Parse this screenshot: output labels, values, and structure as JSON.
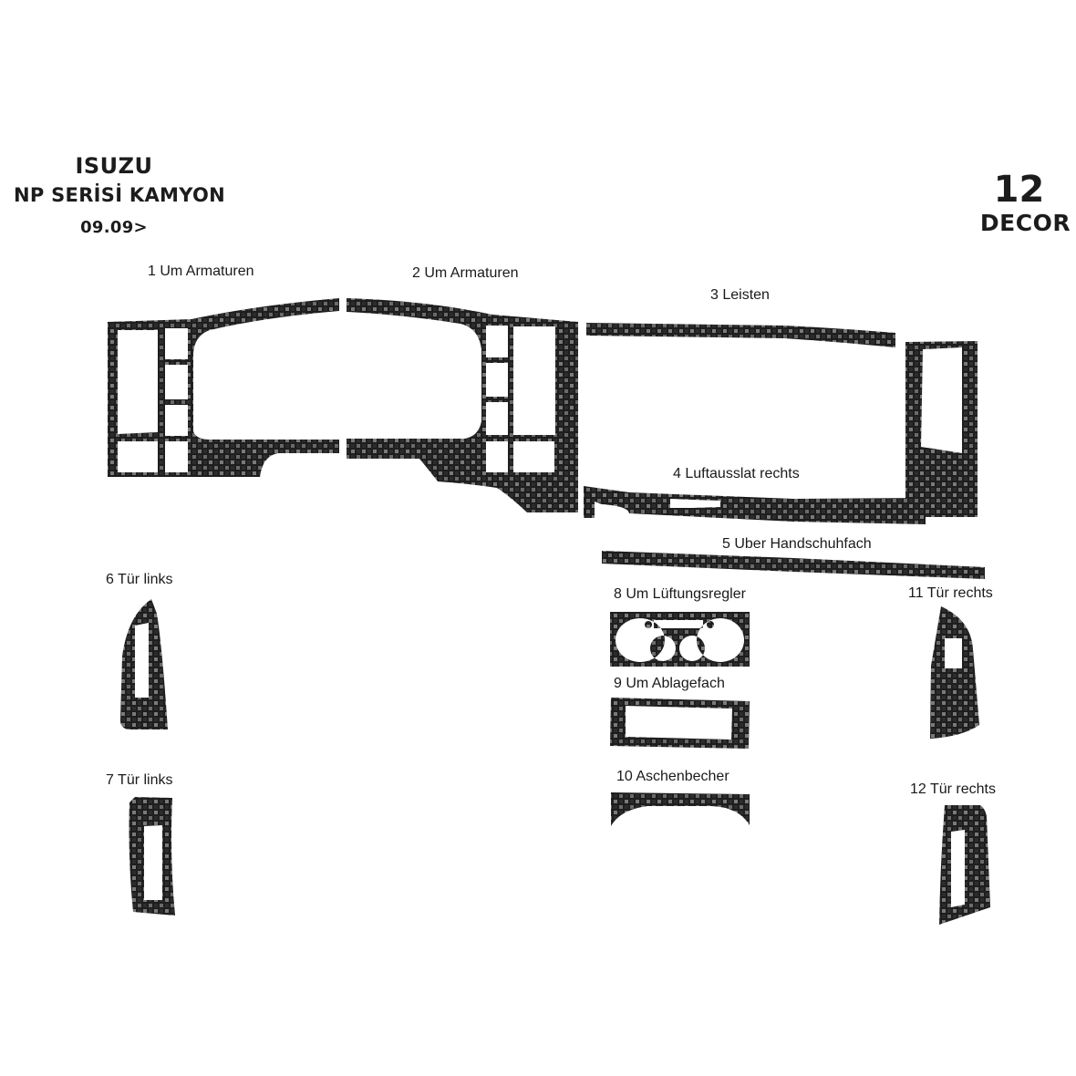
{
  "header": {
    "brand": "ISUZU",
    "model": "NP SERİSİ KAMYON",
    "year": "09.09>",
    "piece_count": "12",
    "piece_unit": "DECOR"
  },
  "colors": {
    "carbon_dark": "#1e1e1e",
    "carbon_light": "#7a7a7a",
    "text": "#1a1a1a",
    "background": "#ffffff"
  },
  "parts": [
    {
      "number": "1",
      "label": "1  Um Armaturen"
    },
    {
      "number": "2",
      "label": "2 Um Armaturen"
    },
    {
      "number": "3",
      "label": "3  Leisten"
    },
    {
      "number": "4",
      "label": "4 Luftausslat rechts"
    },
    {
      "number": "5",
      "label": "5 Uber Handschuhfach"
    },
    {
      "number": "6",
      "label": "6 Tür links"
    },
    {
      "number": "7",
      "label": "7 Tür links"
    },
    {
      "number": "8",
      "label": "8 Um Lüftungsregler"
    },
    {
      "number": "9",
      "label": "9 Um Ablagefach"
    },
    {
      "number": "10",
      "label": "10 Aschenbecher"
    },
    {
      "number": "11",
      "label": "11 Tür rechts"
    },
    {
      "number": "12",
      "label": "12 Tür rechts"
    }
  ]
}
